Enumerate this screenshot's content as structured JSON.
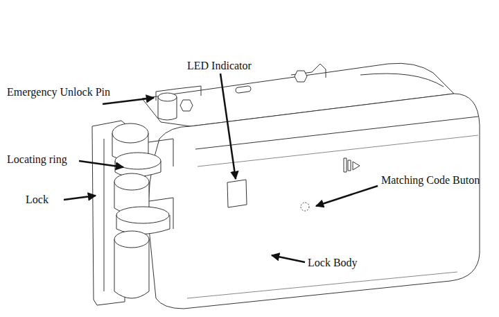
{
  "diagram": {
    "labels": [
      "Emergency Unlock Pin",
      "LED Indicator",
      "Locating ring",
      "Lock",
      "Matching Code Buton",
      "Lock Body"
    ]
  }
}
